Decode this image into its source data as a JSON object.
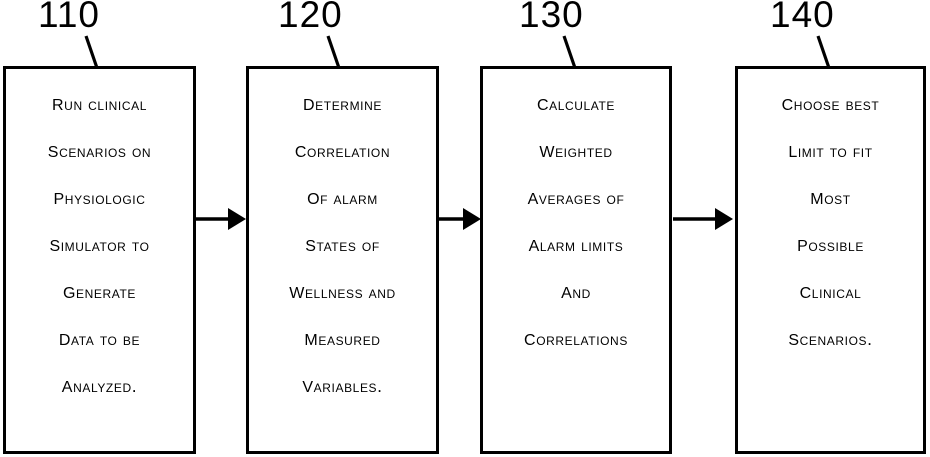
{
  "figure": {
    "title": "Alarm limit determination process flowchart",
    "background_color": "#ffffff",
    "line_color": "#000000"
  },
  "steps": [
    {
      "ref": "110",
      "name": "run-clinical-scenarios",
      "lines": [
        "RUN CLINICAL",
        "SCENARIOS ON",
        "PHYSIOLOGIC",
        "SIMULATOR TO",
        "GENERATE",
        "DATA TO BE",
        "ANALYZED."
      ]
    },
    {
      "ref": "120",
      "name": "determine-correlation",
      "lines": [
        "DETERMINE",
        "CORRELATION",
        "OF ALARM",
        "STATES OF",
        "WELLNESS AND",
        "MEASURED",
        "VARIABLES."
      ]
    },
    {
      "ref": "130",
      "name": "calculate-weighted-averages",
      "lines": [
        "CALCULATE",
        "WEIGHTED",
        "AVERAGES OF",
        "ALARM LIMITS",
        "AND",
        "CORRELATIONS"
      ]
    },
    {
      "ref": "140",
      "name": "choose-best-limit",
      "lines": [
        "CHOOSE BEST",
        "LIMIT TO FIT",
        "MOST",
        "POSSIBLE",
        "CLINICAL",
        "SCENARIOS."
      ]
    }
  ],
  "connectors": [
    {
      "name": "arrow-110-to-120",
      "from": "110",
      "to": "120"
    },
    {
      "name": "arrow-120-to-130",
      "from": "120",
      "to": "130"
    },
    {
      "name": "arrow-130-to-140",
      "from": "130",
      "to": "140"
    }
  ]
}
